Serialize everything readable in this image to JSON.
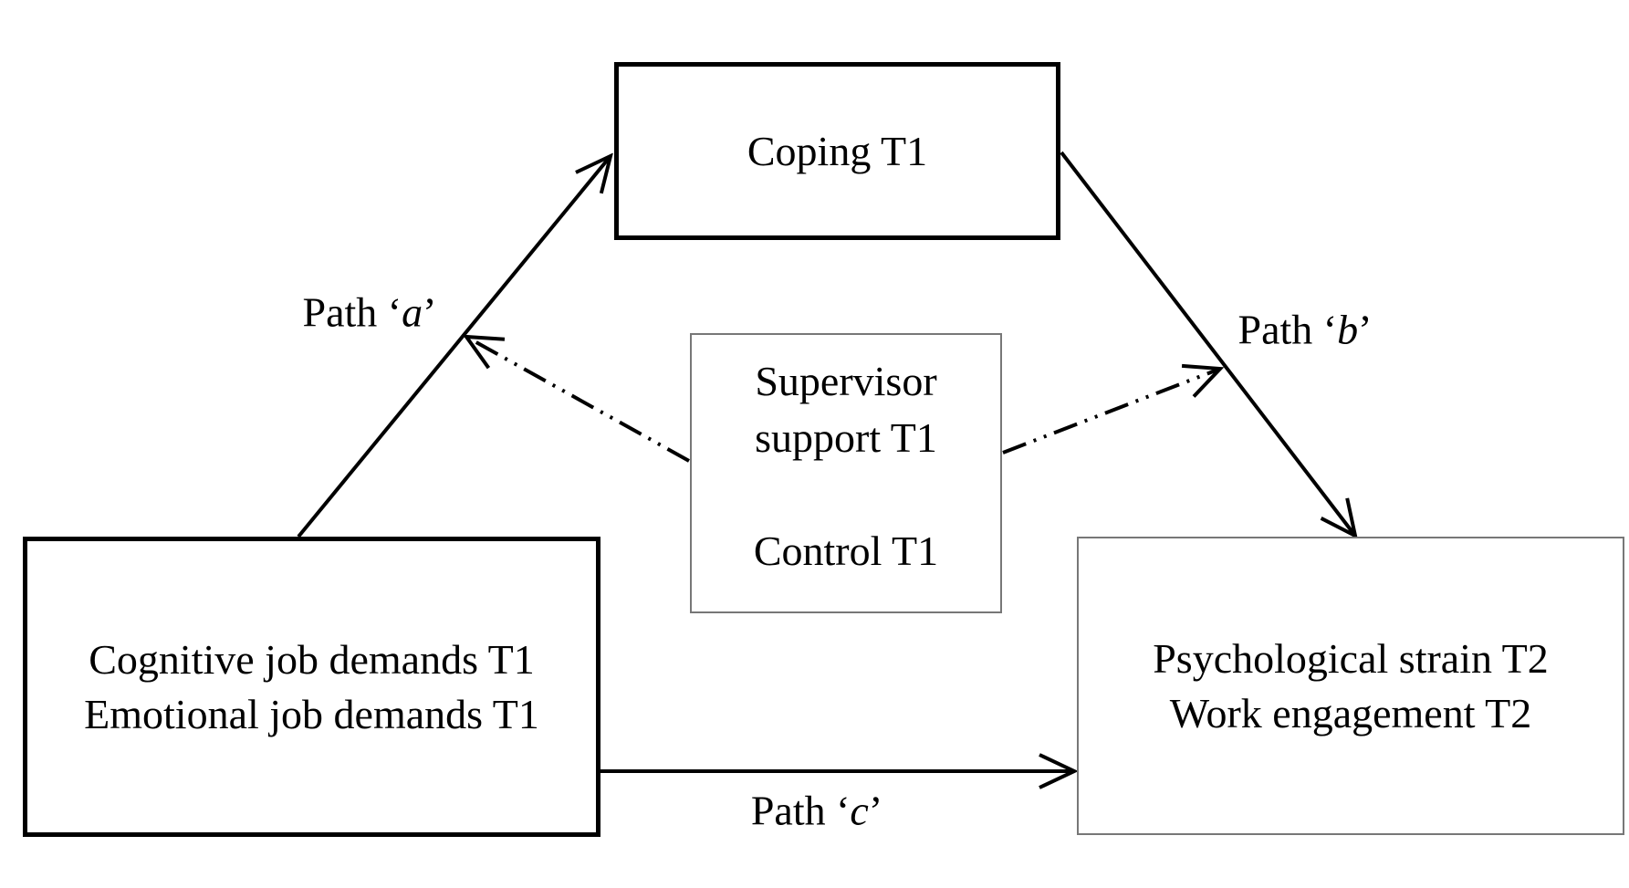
{
  "diagram": {
    "boxes": {
      "coping": {
        "lines": [
          "Coping T1"
        ]
      },
      "demands": {
        "lines": [
          "Cognitive job demands T1",
          "Emotional job demands T1"
        ]
      },
      "moderators": {
        "items": [
          "Supervisor support T1",
          "Control T1"
        ]
      },
      "outcomes": {
        "lines": [
          "Psychological strain T2",
          "Work engagement T2"
        ]
      }
    },
    "labels": {
      "path_a": {
        "prefix": "Path ‘",
        "letter": "a",
        "suffix": "’"
      },
      "path_b": {
        "prefix": "Path ‘",
        "letter": "b",
        "suffix": "’"
      },
      "path_c": {
        "prefix": "Path ‘",
        "letter": "c",
        "suffix": "’"
      }
    },
    "colors": {
      "background": "#ffffff",
      "text": "#000000",
      "line": "#000000",
      "thick-border": "#000000",
      "thin-border": "#777777"
    }
  }
}
